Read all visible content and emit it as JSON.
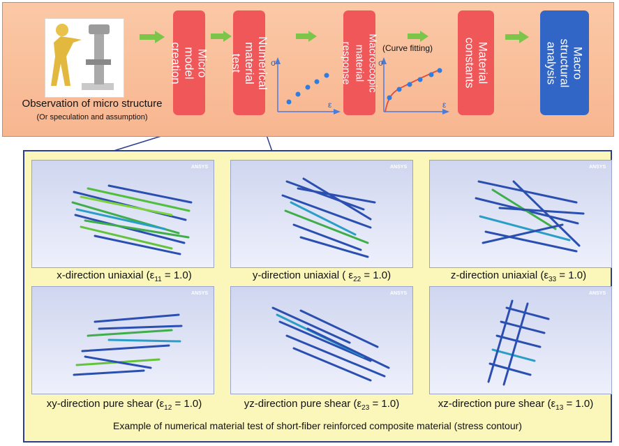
{
  "top_flow": {
    "observation_title": "Observation of micro structure",
    "observation_subtitle": "(Or speculation and assumption)",
    "steps": [
      "Micro model creation",
      "Numerical material test",
      "Macroscopic material response",
      "Material constants",
      "Macro structural analysis"
    ],
    "curve_fitting_label": "(Curve fitting)",
    "axis_sigma": "σ",
    "axis_epsilon": "ε",
    "colors": {
      "step_red": "#ef5759",
      "step_blue": "#3166c6",
      "arrow_green": "#7dc44a",
      "panel_peach": "#f9c09c"
    }
  },
  "simulations": [
    {
      "prefix": "x-direction uniaxial (",
      "symbol": "ε",
      "sub": "11",
      "suffix": " = 1.0)",
      "ansys": "ANSYS"
    },
    {
      "prefix": "y-direction uniaxial ( ",
      "symbol": "ε",
      "sub": "22",
      "suffix": " = 1.0)",
      "ansys": "ANSYS"
    },
    {
      "prefix": "z-direction uniaxial (",
      "symbol": "ε",
      "sub": "33",
      "suffix": " = 1.0)",
      "ansys": "ANSYS"
    },
    {
      "prefix": "xy-direction pure shear (",
      "symbol": "ε",
      "sub": "12",
      "suffix": " = 1.0)",
      "ansys": "ANSYS"
    },
    {
      "prefix": "yz-direction pure  shear (",
      "symbol": "ε",
      "sub": "23",
      "suffix": " = 1.0)",
      "ansys": "ANSYS"
    },
    {
      "prefix": "xz-direction pure  shear (",
      "symbol": "ε",
      "sub": "13",
      "suffix": " = 1.0)",
      "ansys": "ANSYS"
    }
  ],
  "caption": "Example of numerical material test of short-fiber reinforced composite material (stress contour)"
}
